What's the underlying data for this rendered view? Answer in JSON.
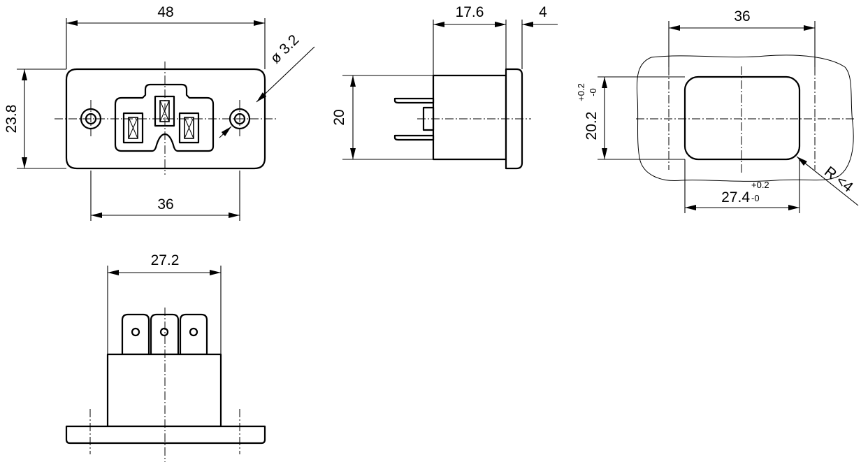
{
  "front_view": {
    "width": "48",
    "height": "23.8",
    "hole_pitch": "36",
    "hole_diameter": "ø 3.2"
  },
  "side_view": {
    "body_depth": "17.6",
    "flange_thickness": "4",
    "body_height": "20"
  },
  "panel_cutout": {
    "hole_pitch": "36",
    "cutout_height": "20.2",
    "cutout_height_tol_upper": "+0.2",
    "cutout_height_tol_lower": "-0",
    "cutout_width": "27.4",
    "cutout_width_tol_upper": "+0.2",
    "cutout_width_tol_lower": "-0",
    "corner_radius": "R <4"
  },
  "bottom_view": {
    "body_width": "27.2"
  }
}
